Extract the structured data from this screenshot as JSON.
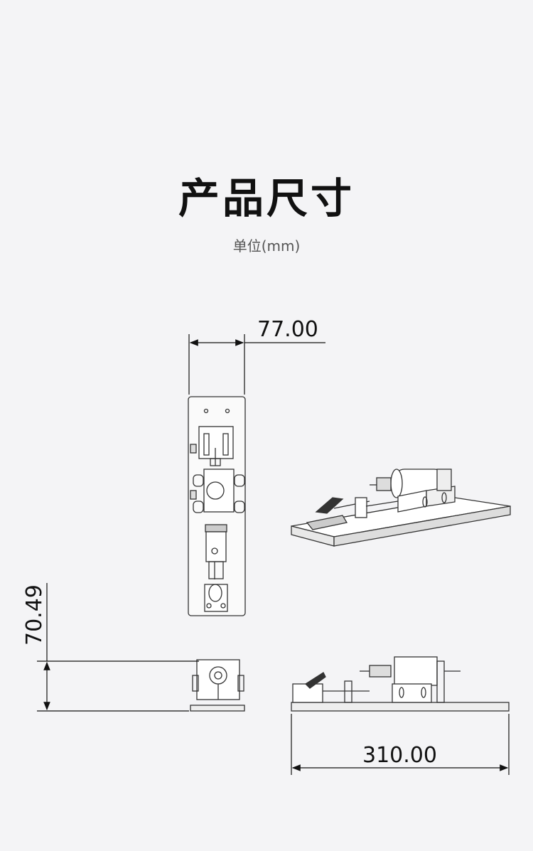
{
  "header": {
    "title": "产品尺寸",
    "unit_label": "单位(mm)"
  },
  "dimensions": {
    "width": "77.00",
    "height": "70.49",
    "length": "310.00"
  },
  "colors": {
    "background": "#f4f4f6",
    "line": "#333333",
    "text": "#111111"
  }
}
